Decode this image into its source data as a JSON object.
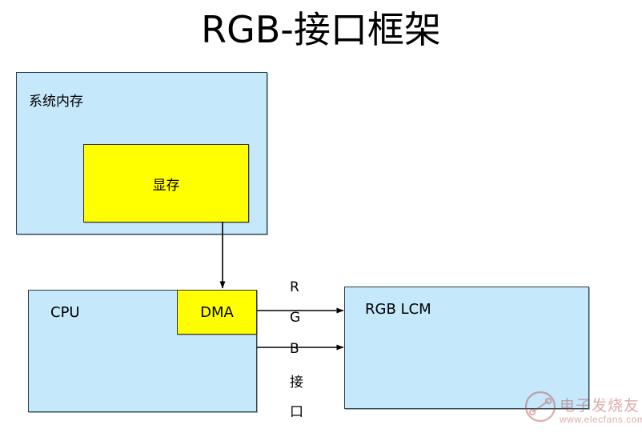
{
  "diagram": {
    "title": "RGB-接口框架",
    "blocks": {
      "system_memory": "系统内存",
      "video_memory": "显存",
      "cpu": "CPU",
      "dma": "DMA",
      "rgb_lcm": "RGB LCM"
    },
    "signals": [
      {
        "label": "R"
      },
      {
        "label": "G"
      },
      {
        "label": "B"
      },
      {
        "label": "接"
      },
      {
        "label": "口"
      }
    ],
    "colors": {
      "block_blue": "#c5e8fb",
      "block_yellow": "#ffff00",
      "border": "#2a3b45",
      "line": "#000000",
      "watermark": "#b03a3a"
    }
  },
  "watermark": {
    "brand": "电子发烧友",
    "url": "www.elecfans.com"
  }
}
